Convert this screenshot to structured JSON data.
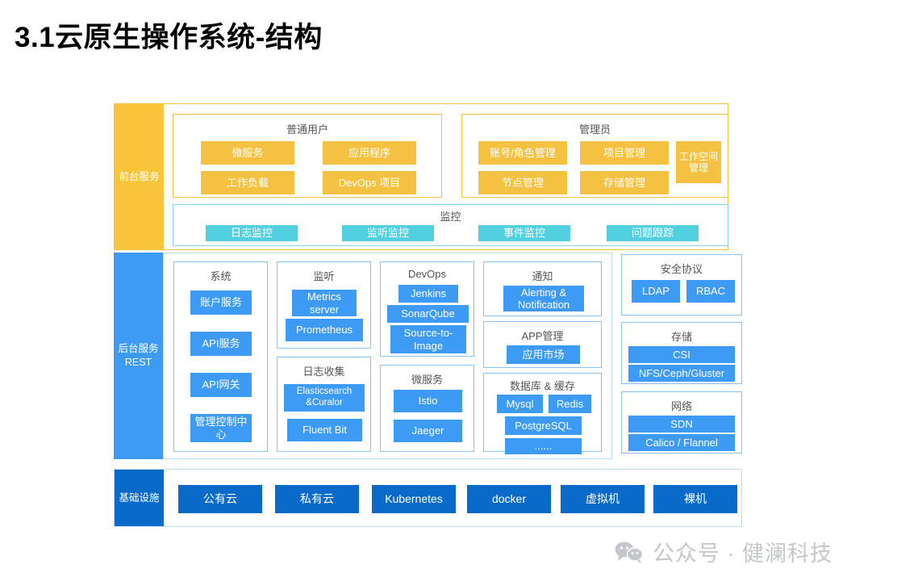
{
  "title": "3.1云原生操作系统-结构",
  "colors": {
    "yellow": "#f5c141",
    "cyan": "#52d0e0",
    "blue": "#3d9bf5",
    "dark_blue": "#0a6ac9",
    "sidebar_yellow": "#f8c53a",
    "panel_title": "#555555",
    "watermark": "#c3c7cc"
  },
  "front_section": {
    "sidebar_label": "前台服务",
    "panels": [
      {
        "title": "普通用户",
        "buttons": [
          "微服务",
          "应用程序",
          "工作负载",
          "DevOps 项目"
        ]
      },
      {
        "title": "管理员",
        "buttons": [
          "账号/角色管理",
          "项目管理",
          "工作空间管理",
          "节点管理",
          "存储管理"
        ]
      }
    ],
    "monitor_panel": {
      "title": "监控",
      "buttons": [
        "日志监控",
        "监听监控",
        "事件监控",
        "问题跟踪"
      ]
    }
  },
  "back_section": {
    "sidebar_label": "后台服务 REST",
    "panels": [
      {
        "title": "系统",
        "items": [
          "账户服务",
          "API服务",
          "API网关",
          "管理控制中心"
        ]
      },
      {
        "title": "监听",
        "items": [
          "Metrics server",
          "Prometheus"
        ]
      },
      {
        "title": "日志收集",
        "items": [
          "Elasticsearch &Curalor",
          "Fluent Bit"
        ]
      },
      {
        "title": "DevOps",
        "items": [
          "Jenkins",
          "SonarQube",
          "Source-to-Image"
        ]
      },
      {
        "title": "微服务",
        "items": [
          "Istio",
          "Jaeger"
        ]
      },
      {
        "title": "通知",
        "items": [
          "Alerting & Notification"
        ]
      },
      {
        "title": "APP管理",
        "items": [
          "应用市场"
        ]
      },
      {
        "title": "数据库 & 缓存",
        "items": [
          "Mysql",
          "Redis",
          "PostgreSQL",
          "......"
        ]
      }
    ],
    "right_panels": [
      {
        "title": "安全协议",
        "items": [
          "LDAP",
          "RBAC"
        ]
      },
      {
        "title": "存储",
        "items": [
          "CSI",
          "NFS/Ceph/Gluster"
        ]
      },
      {
        "title": "网络",
        "items": [
          "SDN",
          "Calico / Flannel"
        ]
      }
    ]
  },
  "infra_section": {
    "sidebar_label": "基础设施",
    "buttons": [
      "公有云",
      "私有云",
      "Kubernetes",
      "docker",
      "虚拟机",
      "裸机"
    ]
  },
  "watermark": {
    "icon": "wechat-icon",
    "text": "公众号 · 健澜科技"
  }
}
